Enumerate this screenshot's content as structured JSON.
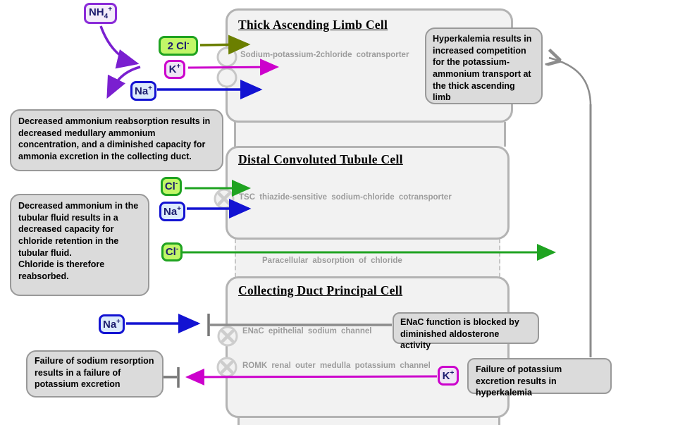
{
  "cells": {
    "tal": {
      "title": "Thick Ascending Limb Cell",
      "channel": "Sodium-potassium-2chloride cotransporter"
    },
    "dct": {
      "title": "Distal Convoluted Tubule Cell",
      "channel": "TSC thiazide-sensitive sodium-chloride cotransporter"
    },
    "cd": {
      "title": "Collecting Duct Principal Cell",
      "channel_enac": "ENaC epithelial sodium channel",
      "channel_romk": "ROMK renal outer medulla potassium channel"
    }
  },
  "paracellular": {
    "label": "Paracellular absorption of chloride"
  },
  "ions": {
    "nh4": {
      "text": "NH",
      "sub": "4",
      "sup": "+"
    },
    "cl2": {
      "text": "2 Cl",
      "sup": "-"
    },
    "k_tal": {
      "text": "K",
      "sup": "+"
    },
    "na_tal": {
      "text": "Na",
      "sup": "+"
    },
    "cl_dct": {
      "text": "Cl",
      "sup": "-"
    },
    "na_dct": {
      "text": "Na",
      "sup": "+"
    },
    "cl_para": {
      "text": "Cl",
      "sup": "-"
    },
    "na_cd": {
      "text": "Na",
      "sup": "+"
    },
    "k_cd": {
      "text": "K",
      "sup": "+"
    }
  },
  "callouts": {
    "ammonium_reabsorption": "Decreased ammonium reabsorption results in decreased medullary ammonium concentration, and a diminished capacity for ammonia excretion in the collecting duct.",
    "ammonium_tubular_p1": "Decreased ammonium in the tubular fluid results in a decreased capacity for chloride retention in the tubular fluid.",
    "ammonium_tubular_p2": "Chloride is therefore reabsorbed.",
    "hyperkalemia": "Hyperkalemia results in increased competition for the potassium-ammonium transport at the thick ascending limb",
    "enac_blocked": "ENaC function is blocked by diminished aldosterone activity",
    "sodium_failure": "Failure of sodium resorption results in a failure of potassium excretion",
    "potassium_failure": "Failure of potassium excretion results in hyperkalemia"
  },
  "colors": {
    "purple_arrow": "#7A1FD0",
    "olive_arrow": "#6B7F00",
    "green_arrow": "#1FA321",
    "magenta_arrow": "#CC00CC",
    "blue_arrow": "#1313D2",
    "gray_connector": "#8C8C8C",
    "green_fill": "#C2F768",
    "blue_fill": "#DCEBFB",
    "magenta_fill": "#EFE5F5",
    "purple_fill": "#F3EDFA",
    "ion_text": "#1C1C6E",
    "cell_fill": "#F2F2F2",
    "cell_border": "#B3B3B3",
    "callout_fill": "#DBDBDB",
    "callout_border": "#999999",
    "channel_label_gray": "#9C9C9C"
  }
}
